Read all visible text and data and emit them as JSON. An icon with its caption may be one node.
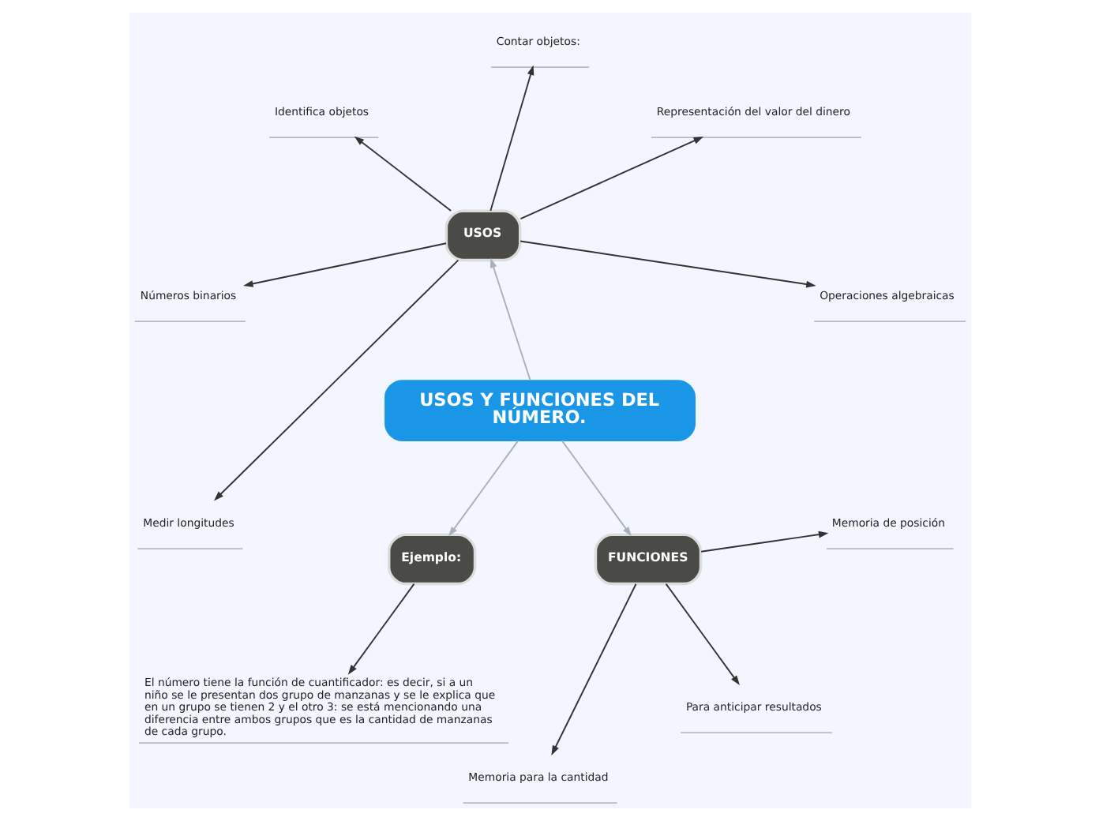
{
  "diagram": {
    "nodes": [
      {
        "text": [
          "USOS Y FUNCIONES DEL NÚMERO."
        ]
      },
      {
        "text": [
          "USOS"
        ]
      },
      {
        "text": [
          "Operaciones algebraicas"
        ]
      },
      {
        "text": [
          "Representación del valor del dinero"
        ]
      },
      {
        "text": [
          "Contar objetos:"
        ]
      },
      {
        "text": [
          "Identifica objetos"
        ]
      },
      {
        "text": [
          "Números binarios"
        ]
      },
      {
        "text": [
          "Medir longitudes"
        ]
      },
      {
        "text": [
          "Ejemplo:"
        ]
      },
      {
        "text": [
          "El número tiene la función de cuantificador: es decir, si a un niño se le presentan dos grupo de manzanas y se le explica que en un grupo se tienen 2 y el otro 3: se está mencionando una diferencia entre ambos grupos que es la cantidad de manzanas de cada grupo."
        ]
      },
      {
        "text": [
          "FUNCIONES"
        ]
      },
      {
        "text": [
          "Memoria para la cantidad"
        ]
      },
      {
        "text": [
          "Para anticipar resultados"
        ]
      },
      {
        "text": [
          "Memoria de posición"
        ]
      }
    ],
    "edges": [
      {
        "from": 0,
        "to": 1,
        "arrow": "to",
        "color": "#a9b0bd"
      },
      {
        "from": 1,
        "to": 2,
        "arrow": "to"
      },
      {
        "from": 1,
        "to": 3,
        "arrow": "to"
      },
      {
        "from": 1,
        "to": 4,
        "arrow": "to"
      },
      {
        "from": 1,
        "to": 5,
        "arrow": "to"
      },
      {
        "from": 1,
        "to": 6,
        "arrow": "to"
      },
      {
        "from": 1,
        "to": 7,
        "arrow": "to"
      },
      {
        "from": 0,
        "to": 8,
        "arrow": "to",
        "color": "#a9b0bd"
      },
      {
        "from": 8,
        "to": 9,
        "arrow": "to"
      },
      {
        "from": 0,
        "to": 10,
        "arrow": "to",
        "color": "#a9b0bd"
      },
      {
        "from": 10,
        "to": 11,
        "arrow": "to"
      },
      {
        "from": 10,
        "to": 12,
        "arrow": "to"
      },
      {
        "from": 10,
        "to": 13,
        "arrow": "to"
      }
    ]
  }
}
